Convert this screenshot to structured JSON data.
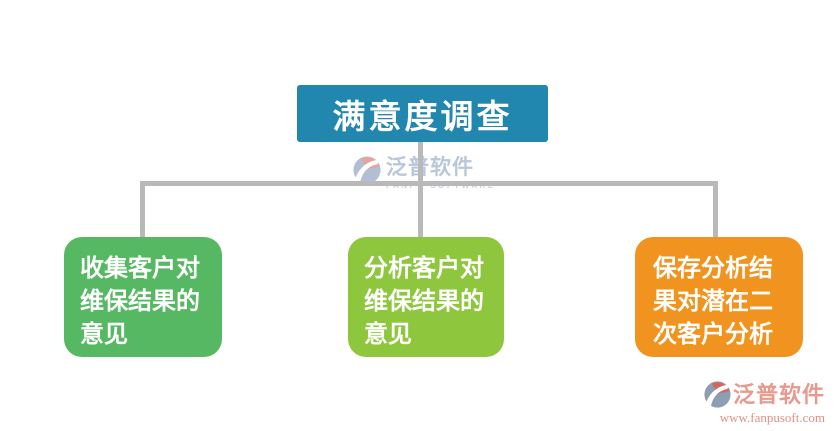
{
  "diagram": {
    "title_node": {
      "label": "满意度调查",
      "color": "#2187ae"
    },
    "connector_color": "#b9b9b9",
    "child_nodes": [
      {
        "id": "collect-feedback",
        "lines": [
          "收集客户对",
          "维保结果的",
          "意见"
        ],
        "color": "#56b862"
      },
      {
        "id": "analyze-feedback",
        "lines": [
          "分析客户对",
          "维保结果的",
          "意见"
        ],
        "color": "#8ec63e"
      },
      {
        "id": "save-analysis",
        "lines": [
          "保存分析结",
          "果对潜在二",
          "次客户分析"
        ],
        "color": "#f0931f"
      }
    ]
  },
  "watermark": {
    "name": "泛普软件",
    "subtitle": "FANPU SOFTWARE"
  },
  "footer_brand": {
    "name": "泛普软件",
    "url": "www.fanpusoft.com"
  }
}
